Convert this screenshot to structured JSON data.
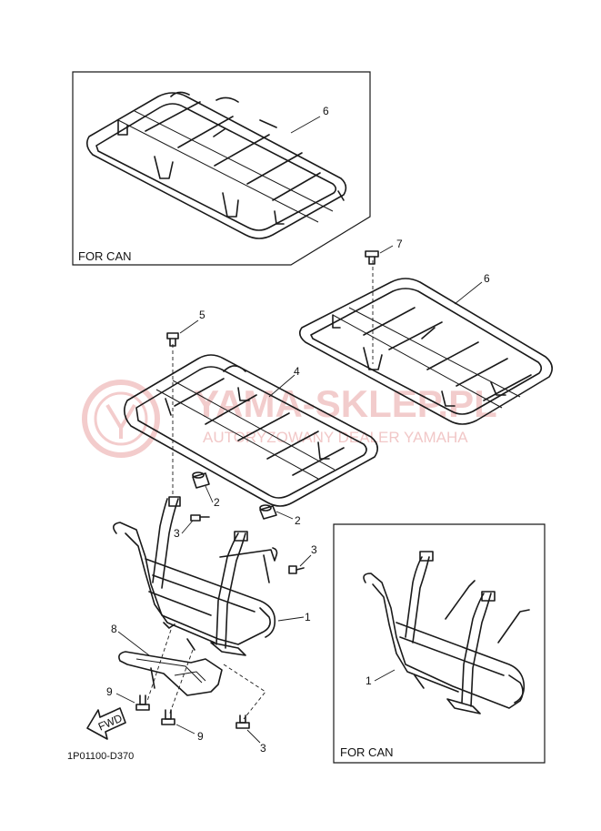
{
  "diagram": {
    "drawing_code": "1P01100-D370",
    "box_top_label": "FOR CAN",
    "box_bottom_label": "FOR CAN",
    "fwd_marker": "FWD",
    "callouts": {
      "part1_main": "1",
      "part1_can": "1",
      "part2_upper": "2",
      "part2_lower": "2",
      "part3_upper": "3",
      "part3_middle": "3",
      "part3_bottom": "3",
      "part4": "4",
      "part5": "5",
      "part6_can": "6",
      "part6_main": "6",
      "part7": "7",
      "part8": "8",
      "part9_left": "9",
      "part9_right": "9"
    }
  },
  "watermark": {
    "text": "YAMA-SKLEP.PL",
    "subtext": "AUTORYZOWANY DEALER YAMAHA",
    "color": "#e9a3a3"
  }
}
